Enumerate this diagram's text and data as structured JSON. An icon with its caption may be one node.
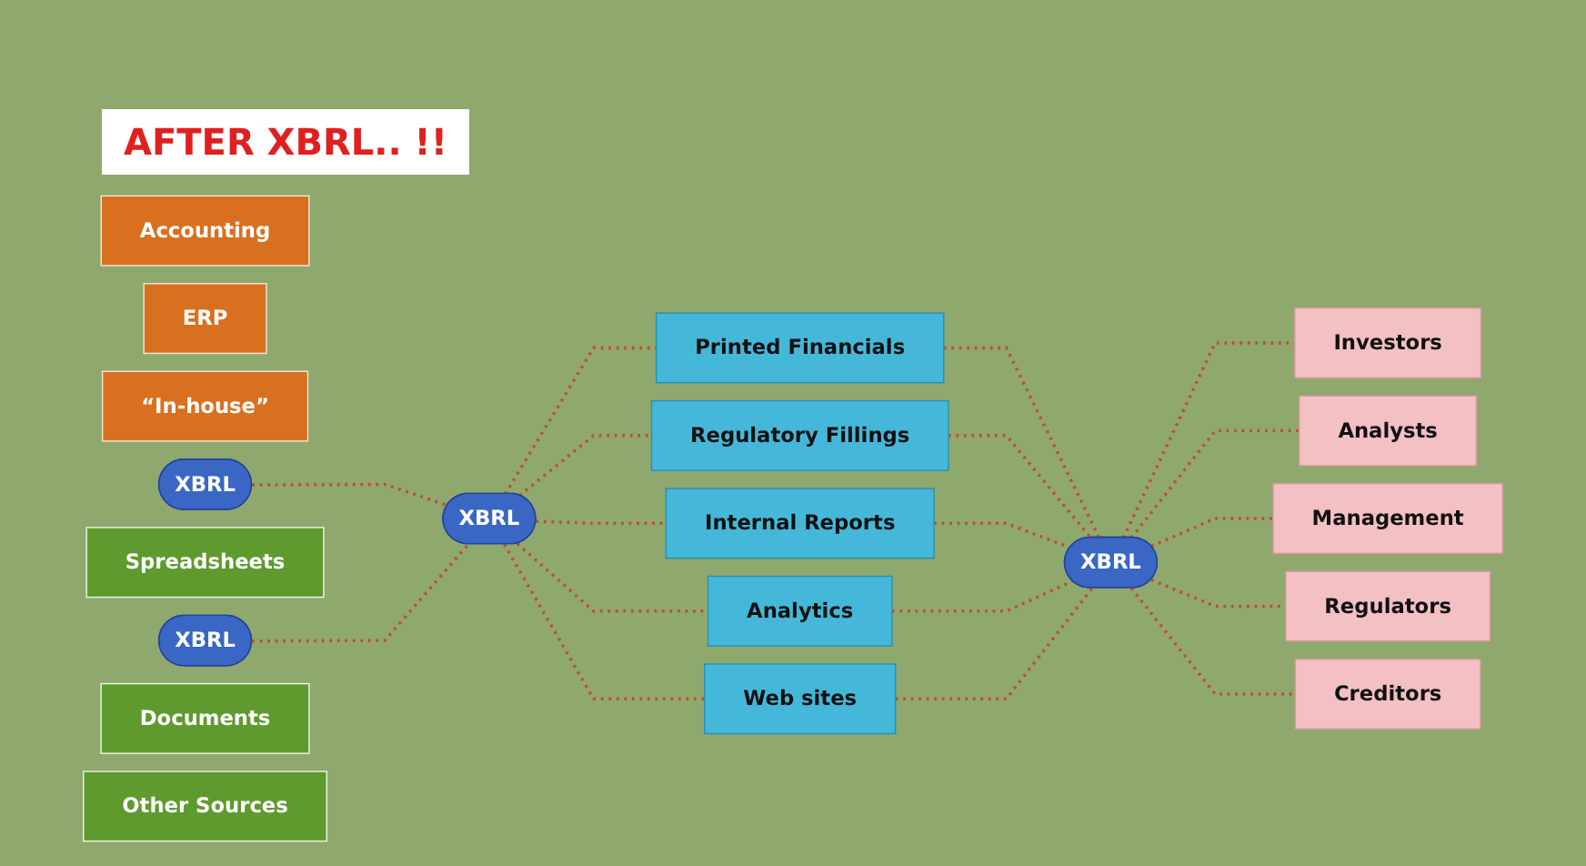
{
  "diagram": {
    "title": "AFTER XBRL.. !!",
    "nodes": [
      {
        "text": [
          "Accounting"
        ]
      },
      {
        "text": [
          "ERP"
        ]
      },
      {
        "text": [
          "“In-house”"
        ]
      },
      {
        "text": [
          "XBRL"
        ]
      },
      {
        "text": [
          "Spreadsheets"
        ]
      },
      {
        "text": [
          "XBRL"
        ]
      },
      {
        "text": [
          "Documents"
        ]
      },
      {
        "text": [
          "Other Sources"
        ]
      },
      {
        "text": [
          "XBRL"
        ]
      },
      {
        "text": [
          "Printed Financials"
        ]
      },
      {
        "text": [
          "Regulatory Fillings"
        ]
      },
      {
        "text": [
          "Internal Reports"
        ]
      },
      {
        "text": [
          "Analytics"
        ]
      },
      {
        "text": [
          "Web sites"
        ]
      },
      {
        "text": [
          "XBRL"
        ]
      },
      {
        "text": [
          "Investors"
        ]
      },
      {
        "text": [
          "Analysts"
        ]
      },
      {
        "text": [
          "Management"
        ]
      },
      {
        "text": [
          "Regulators"
        ]
      },
      {
        "text": [
          "Creditors"
        ]
      }
    ],
    "edges": [
      {
        "from": 3,
        "to": 8,
        "arrow": "none",
        "style": "dashed"
      },
      {
        "from": 5,
        "to": 8,
        "arrow": "none",
        "style": "dashed"
      },
      {
        "from": 8,
        "to": 9,
        "arrow": "none",
        "style": "dashed"
      },
      {
        "from": 8,
        "to": 10,
        "arrow": "none",
        "style": "dashed"
      },
      {
        "from": 8,
        "to": 11,
        "arrow": "none",
        "style": "dashed"
      },
      {
        "from": 8,
        "to": 12,
        "arrow": "none",
        "style": "dashed"
      },
      {
        "from": 8,
        "to": 13,
        "arrow": "none",
        "style": "dashed"
      },
      {
        "from": 9,
        "to": 14,
        "arrow": "none",
        "style": "dashed"
      },
      {
        "from": 10,
        "to": 14,
        "arrow": "none",
        "style": "dashed"
      },
      {
        "from": 11,
        "to": 14,
        "arrow": "none",
        "style": "dashed"
      },
      {
        "from": 12,
        "to": 14,
        "arrow": "none",
        "style": "dashed"
      },
      {
        "from": 13,
        "to": 14,
        "arrow": "none",
        "style": "dashed"
      },
      {
        "from": 14,
        "to": 15,
        "arrow": "none",
        "style": "dashed"
      },
      {
        "from": 14,
        "to": 16,
        "arrow": "none",
        "style": "dashed"
      },
      {
        "from": 14,
        "to": 17,
        "arrow": "none",
        "style": "dashed"
      },
      {
        "from": 14,
        "to": 18,
        "arrow": "none",
        "style": "dashed"
      },
      {
        "from": 14,
        "to": 19,
        "arrow": "none",
        "style": "dashed"
      }
    ]
  }
}
